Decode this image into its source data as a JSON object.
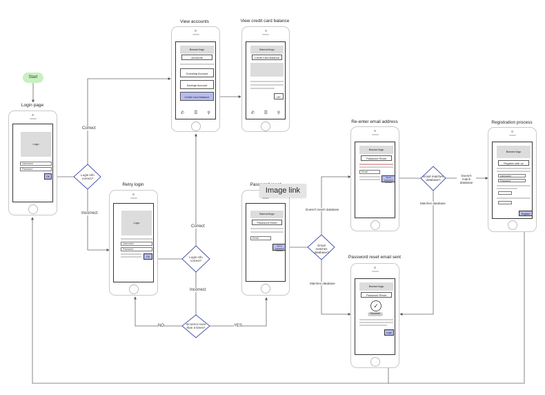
{
  "start": "Start",
  "image_link_tooltip": "Image link",
  "titles": {
    "login_page": "Login page",
    "retry_login": "Retry login",
    "view_accounts": "View accounts",
    "view_cc_balance": "View credit card balance",
    "password_reset": "Password reset",
    "reenter_email": "Re-enter email address",
    "password_reset_email": "Password reset email sent",
    "registration": "Registration process"
  },
  "decisions": {
    "login_correct_1": "Login info correct?",
    "login_correct_2": "Login info correct?",
    "incorrect_more_3": "Incorrect more than 3 times?",
    "email_matches_1": "Email matches database?",
    "email_matches_2": "Email matches database?"
  },
  "edges": {
    "correct_1": "Correct",
    "incorrect_1": "Incorrect",
    "correct_2": "Correct",
    "incorrect_2": "Incorrect",
    "no": "NO",
    "yes": "YES",
    "doesnt_match_1": "Doesn't match database",
    "matches_1": "Matches database",
    "doesnt_match_2": "Doesn't match database",
    "matches_2": "Matches database"
  },
  "screens": {
    "logo": "Logo",
    "username": "Username",
    "password": "Password",
    "ok": "OK",
    "banner": "Banner/logo",
    "accounts": "Accounts",
    "checking": "Checking Account",
    "savings": "Savings Account",
    "cc_balance": "Credit Card Balance",
    "password_reset": "Password Reset",
    "email": "Email",
    "send_reset": "Send password request",
    "success": "Success!",
    "login": "Login",
    "register_with_us": "Register with us",
    "register_btn": "Register"
  }
}
